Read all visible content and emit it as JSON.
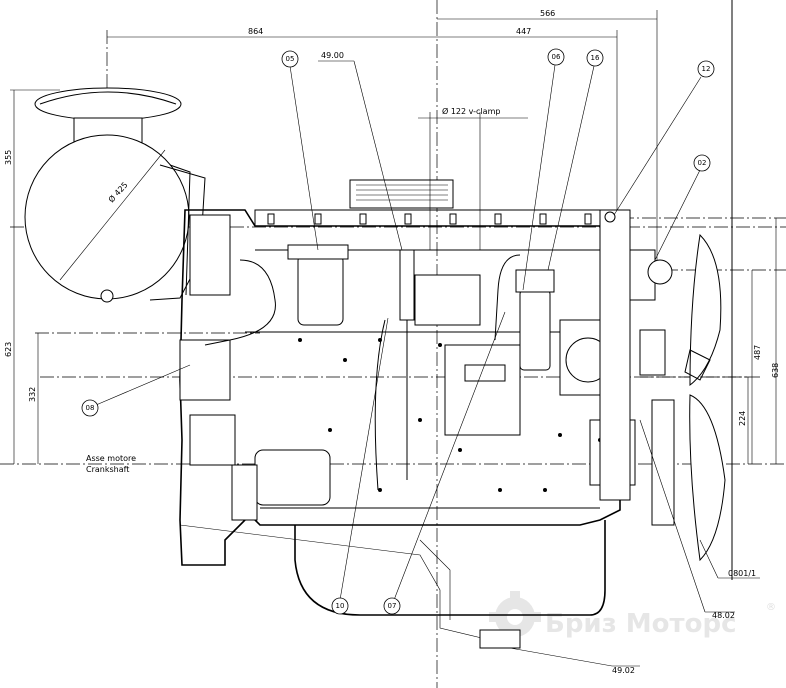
{
  "dimensions": {
    "d864": "864",
    "d566": "566",
    "d447": "447",
    "d355": "355",
    "d623": "623",
    "d332": "332",
    "d487": "487",
    "d638": "638",
    "d224": "224",
    "dia425": "Ø 425",
    "dia122": "Ø 122 v-clamp"
  },
  "labels": {
    "shaft_it": "Asse motore",
    "shaft_en": "Crankshaft"
  },
  "callouts": {
    "c05": "05",
    "c4900": "49.00",
    "c06": "06",
    "c16": "16",
    "c12": "12",
    "c02": "02",
    "c08": "08",
    "c10": "10",
    "c07": "07",
    "c0801": "0801/1",
    "c4802": "48.02",
    "c4902": "49.02"
  },
  "watermark": {
    "text": "Бриз Моторс",
    "mark": "®"
  }
}
